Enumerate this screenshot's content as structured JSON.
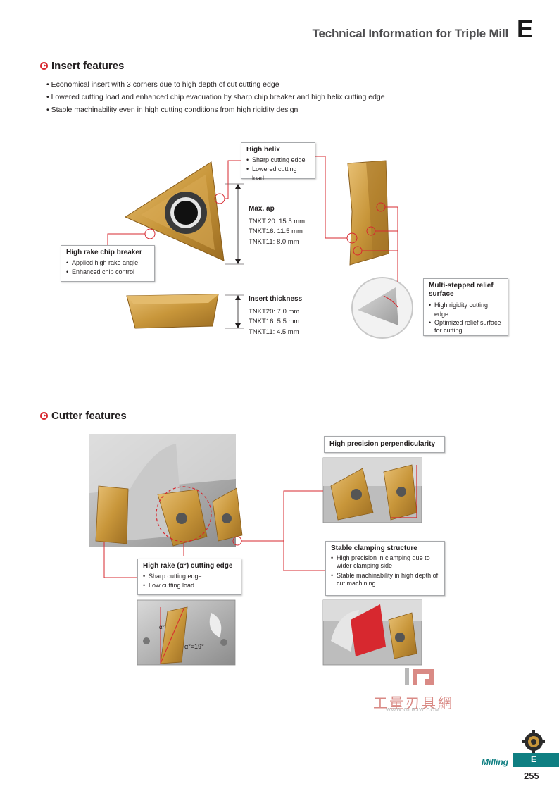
{
  "header": {
    "title": "Technical Information for Triple Mill",
    "letter": "E"
  },
  "insert_features": {
    "heading": "Insert features",
    "bullets": [
      "Economical insert with 3 corners due to high depth of cut cutting edge",
      "Lowered cutting load and enhanced chip evacuation by sharp chip breaker and high helix cutting edge",
      "Stable machinability even in high cutting conditions from high rigidity design"
    ],
    "high_helix": {
      "title": "High helix",
      "items": [
        "Sharp cutting edge",
        "Lowered cutting load"
      ]
    },
    "chip_breaker": {
      "title": "High rake chip breaker",
      "items": [
        "Applied high rake angle",
        "Enhanced chip control"
      ]
    },
    "max_ap": {
      "title": "Max. ap",
      "items": [
        "TNKT 20: 15.5 mm",
        "TNKT16: 11.5 mm",
        "TNKT11: 8.0 mm"
      ]
    },
    "thickness": {
      "title": "Insert thickness",
      "items": [
        "TNKT20: 7.0 mm",
        "TNKT16: 5.5 mm",
        "TNKT11: 4.5 mm"
      ]
    },
    "relief": {
      "title": "Multi-stepped relief surface",
      "items": [
        "High rigidity cutting edge",
        "Optimized relief surface for cutting"
      ]
    }
  },
  "cutter_features": {
    "heading": "Cutter features",
    "perpendicularity": {
      "title": "High precision perpendicularity"
    },
    "clamping": {
      "title": "Stable clamping structure",
      "items": [
        "High precision in clamping due to wider clamping side",
        "Stable machinability in high depth of cut machining"
      ]
    },
    "rake": {
      "title": "High rake (α°) cutting edge",
      "items": [
        "Sharp cutting edge",
        "Low cutting load"
      ],
      "angle_symbol": "α°",
      "angle_value": "α°=19°"
    }
  },
  "watermark": {
    "chinese": "工量刃具網",
    "url": "WWW.GLRJW.COM"
  },
  "footer": {
    "section": "Milling",
    "letter": "E",
    "page": "255"
  },
  "colors": {
    "accent_red": "#d7282f",
    "teal": "#0f7f82",
    "insert_gold": "#c8963a"
  }
}
